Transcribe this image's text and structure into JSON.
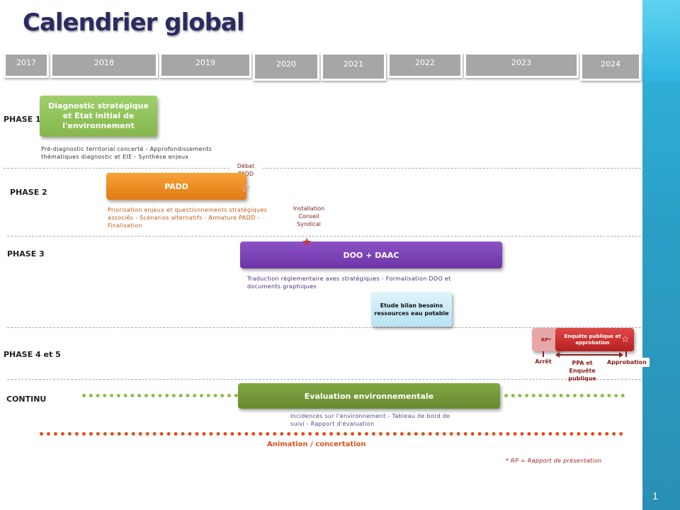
{
  "title": "Calendrier global",
  "page_number": "1",
  "years": [
    "2017",
    "2018",
    "2019",
    "2020",
    "2021",
    "2022",
    "2023",
    "2024"
  ],
  "phases": {
    "p1": "PHASE 1",
    "p2": "PHASE  2",
    "p3": "PHASE  3",
    "p45": "PHASE 4 et 5",
    "continu": "CONTINU"
  },
  "bars": {
    "diagnostic": "Diagnostic stratégique et Etat initial de l'environnement",
    "padd": "PADD",
    "doo": "DOO + DAAC",
    "etude": "Etude bilan besoins ressources eau potable",
    "rp": "RP*",
    "enquete": "Enquête publique et approbation",
    "evaluation": "Evaluation environnementale"
  },
  "descriptions": {
    "p1": "Pré-diagnostic territorial concerté - Approfondissements thématiques diagnostic et EIE - Synthèse enjeux",
    "p2": "Priorisation enjeux et questionnements stratégiques associés - Scénarios alternatifs - Armature PADD - Finalisation",
    "p3": "Traduction réglementaire axes stratégiques - Formalisation DOO et documents graphiques",
    "eval": "Incidences sur l'environnement - Tableau de bord de suivi - Rapport d'évaluation"
  },
  "milestones": {
    "debat": "Débat PADD",
    "installation": "Installation Conseil Syndical",
    "arret": "Arrêt",
    "ppa": "PPA et Enquête publique",
    "approbation": "Approbation"
  },
  "animation": "Animation / concertation",
  "footnote": "* RP = Rapport de présentation",
  "colors": {
    "title": "#2b2b63",
    "green": "#8bbd52",
    "orange": "#f08c20",
    "purple": "#7b43b8",
    "red": "#c83030",
    "sidebar": "#2fa8d2"
  }
}
